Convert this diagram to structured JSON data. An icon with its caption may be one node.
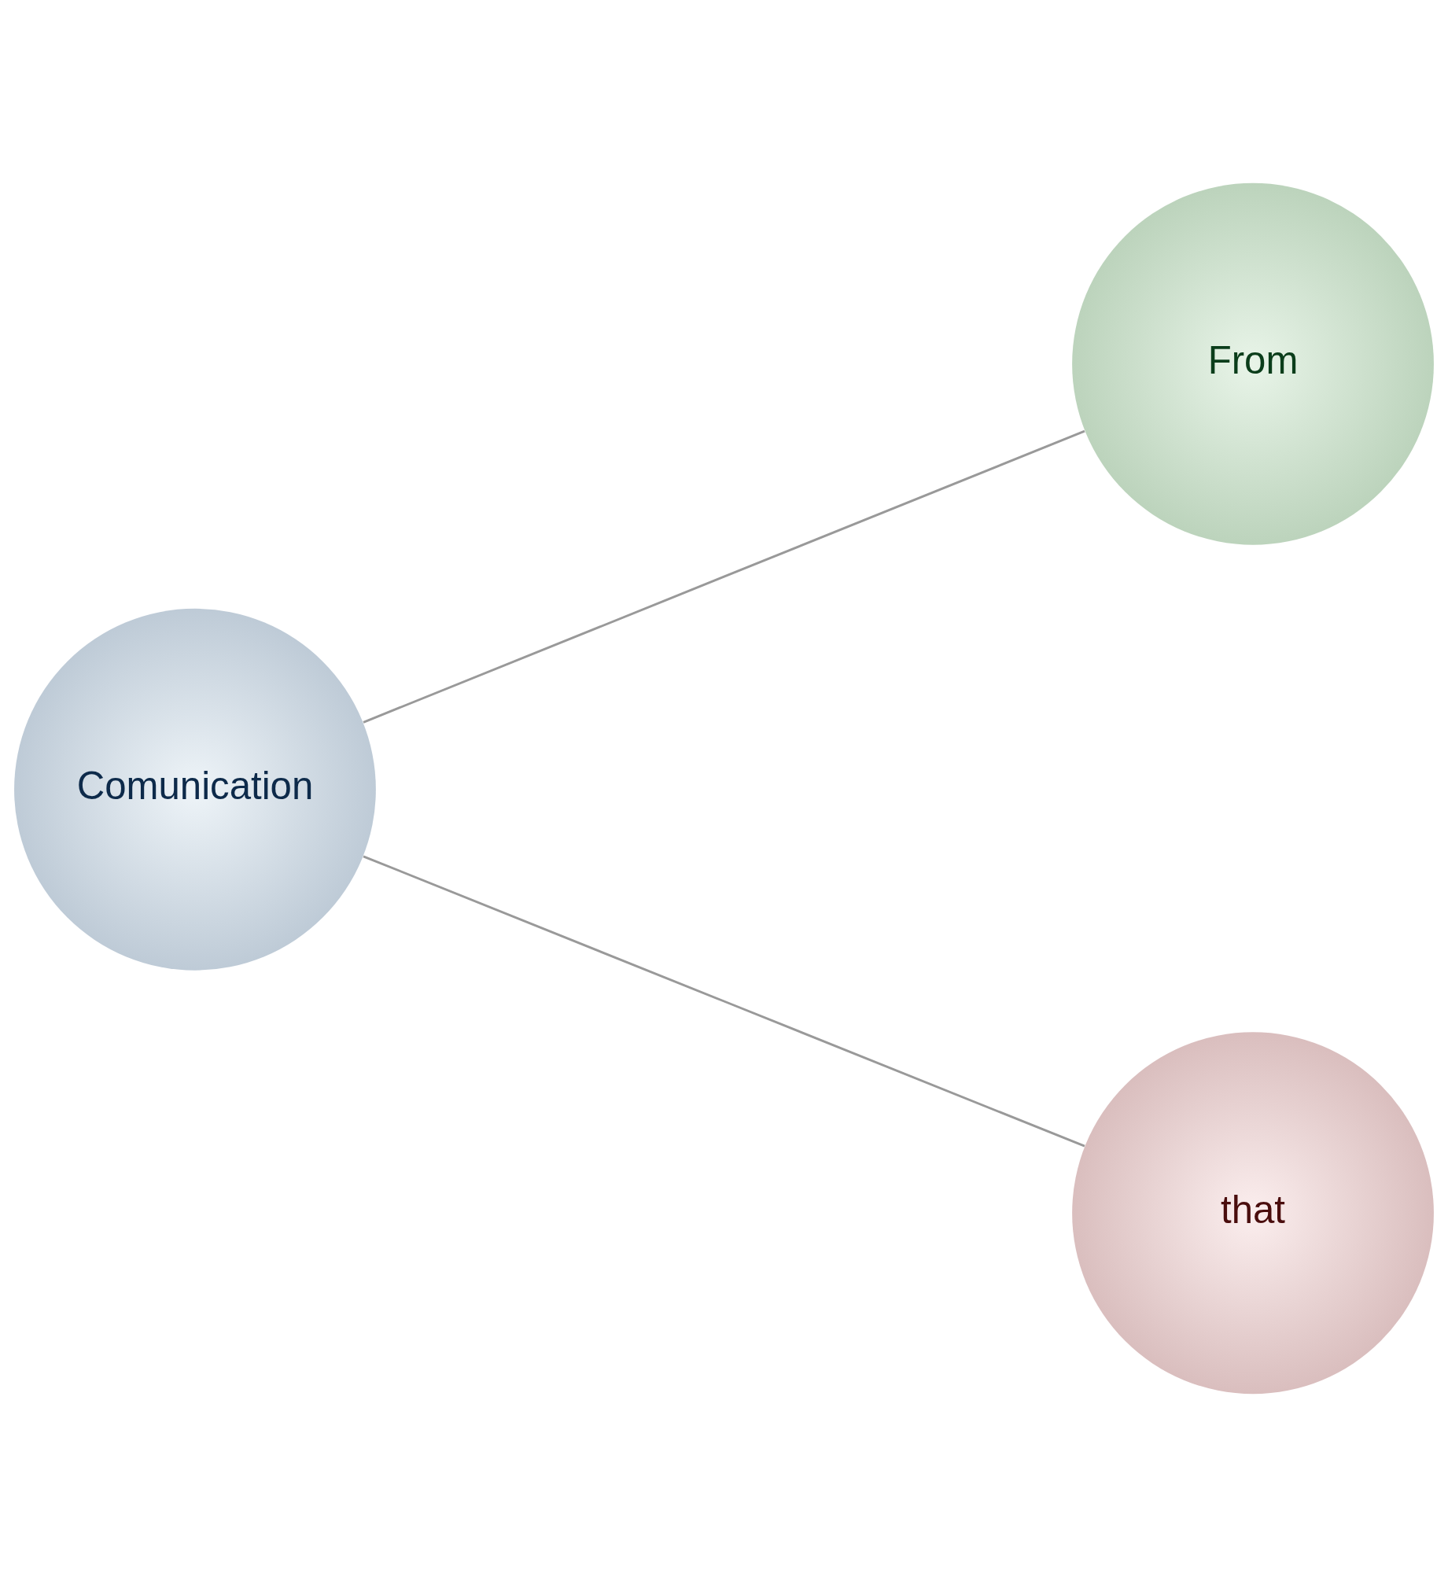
{
  "diagram": {
    "nodes": [
      {
        "text": [
          "From"
        ]
      },
      {
        "text": [
          "Comunication"
        ]
      },
      {
        "text": [
          "that"
        ]
      }
    ],
    "edges": [
      {
        "from": 1,
        "to": 0,
        "arrow": "none"
      },
      {
        "from": 1,
        "to": 2,
        "arrow": "none"
      }
    ]
  }
}
